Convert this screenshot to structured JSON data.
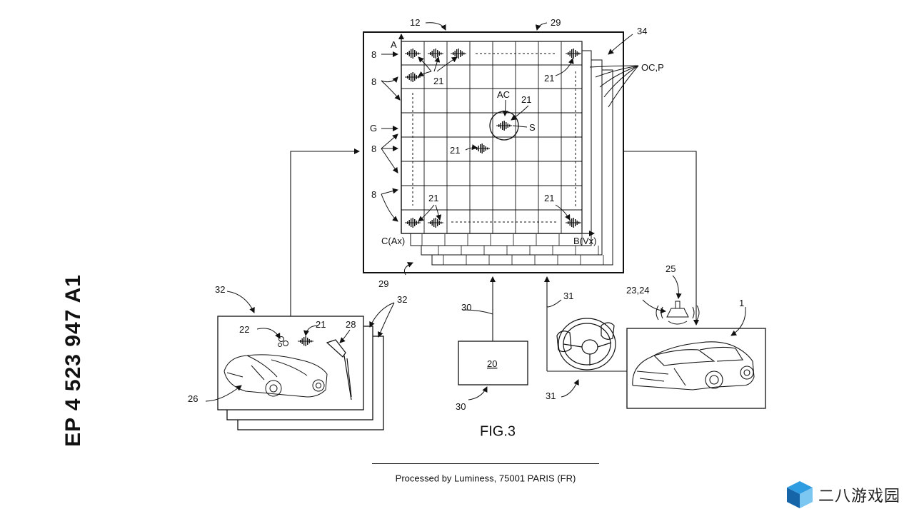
{
  "document": {
    "publication_number": "EP 4 523 947 A1",
    "figure_label": "FIG.3",
    "footer": "Processed by Luminess, 75001 PARIS (FR)"
  },
  "labels": {
    "ref_12": "12",
    "ref_29_top": "29",
    "ref_34": "34",
    "axis_A": "A",
    "axis_G": "G",
    "axis_C": "C(Ax)",
    "axis_B": "B(Vx)",
    "ref_8_1": "8",
    "ref_8_2": "8",
    "ref_8_3": "8",
    "ref_8_4": "8",
    "ref_21_tl": "21",
    "ref_21_tr": "21",
    "ref_21_ac": "21",
    "ref_21_mid": "21",
    "ref_21_bl": "21",
    "ref_21_br": "21",
    "ref_21_card": "21",
    "ref_AC": "AC",
    "ref_S": "S",
    "ref_OCP": "OC,P",
    "ref_29_bottom": "29",
    "ref_30_a": "30",
    "ref_30_b": "30",
    "ref_20": "20",
    "ref_31_a": "31",
    "ref_31_b": "31",
    "ref_32_a": "32",
    "ref_32_b": "32",
    "ref_22": "22",
    "ref_28": "28",
    "ref_26": "26",
    "ref_25": "25",
    "ref_2324": "23,24",
    "ref_1": "1"
  },
  "icons": {
    "sound_wave": "sound-wave-icon",
    "speaker": "speaker-icon",
    "steering_wheel": "steering-wheel-icon",
    "microphone": "microphone-icon",
    "car": "car-sketch",
    "watermark": "cube-logo-icon"
  },
  "watermark": {
    "text": "二八游戏园",
    "color_top": "#2f9be0",
    "color_left": "#1565a8",
    "color_right": "#7cc6f2"
  }
}
